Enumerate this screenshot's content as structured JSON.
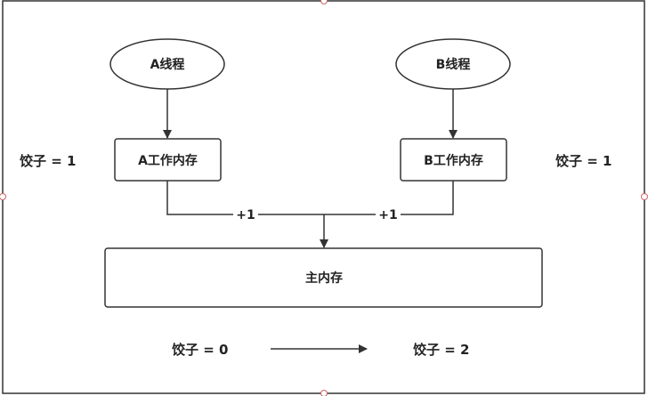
{
  "nodes": {
    "thread_a": "A线程",
    "thread_b": "B线程",
    "work_mem_a": "A工作内存",
    "work_mem_b": "B工作内存",
    "main_mem": "主内存"
  },
  "edge_labels": {
    "a_to_main": "+1",
    "b_to_main": "+1"
  },
  "annotations": {
    "left_value": "饺子 = 1",
    "right_value": "饺子 = 1",
    "before": "饺子 = 0",
    "after": "饺子 = 2"
  }
}
